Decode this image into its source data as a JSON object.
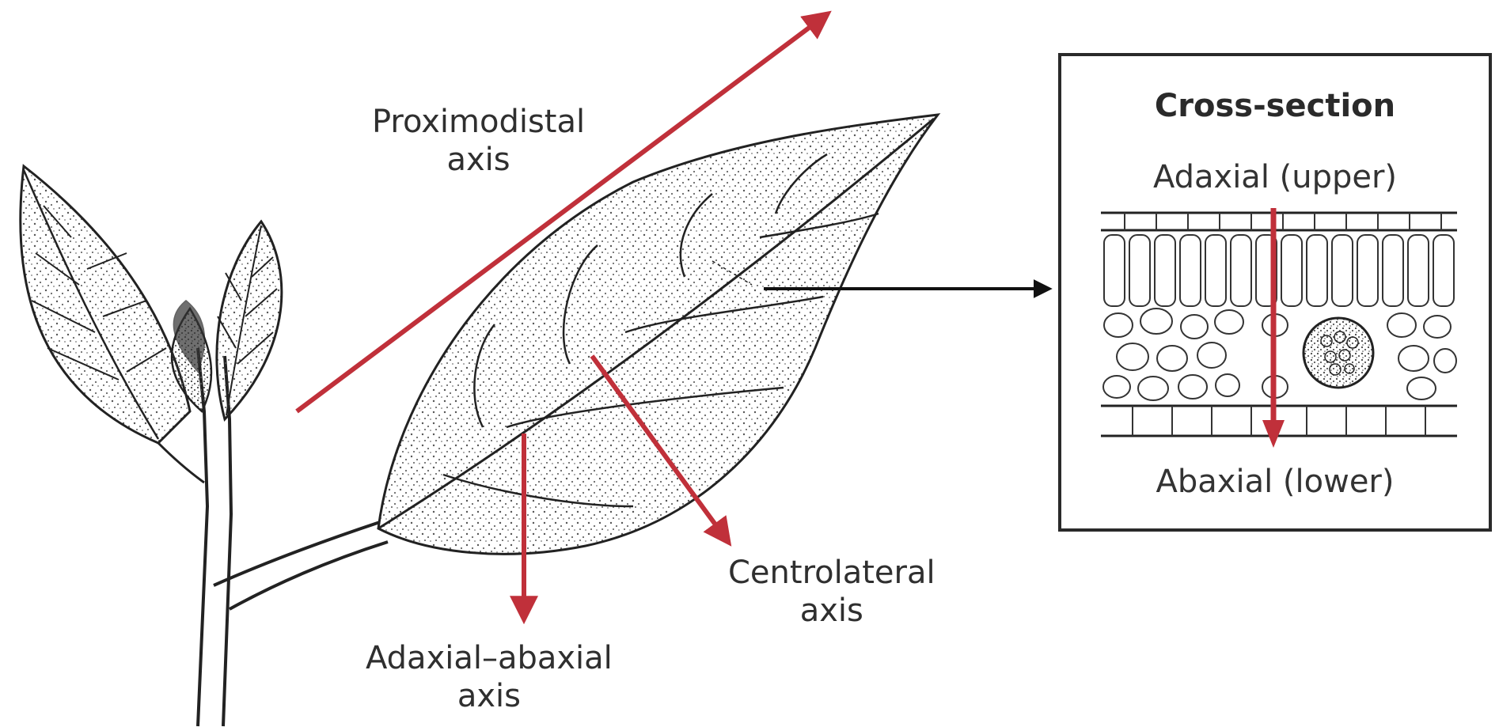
{
  "labels": {
    "proximodistal": [
      "Proximodistal",
      "axis"
    ],
    "centrolateral": [
      "Centrolateral",
      "axis"
    ],
    "adaxial_abaxial": [
      "Adaxial–abaxial",
      "axis"
    ]
  },
  "cross_section": {
    "title": "Cross-section",
    "upper": "Adaxial (upper)",
    "lower": "Abaxial (lower)"
  },
  "colors": {
    "arrow_red": "#c0303a",
    "line": "#222222",
    "leaf_fill": "#f4f4f4"
  },
  "icons": [
    "leaf-shoot-illustration",
    "leaf-cross-section-illustration"
  ]
}
